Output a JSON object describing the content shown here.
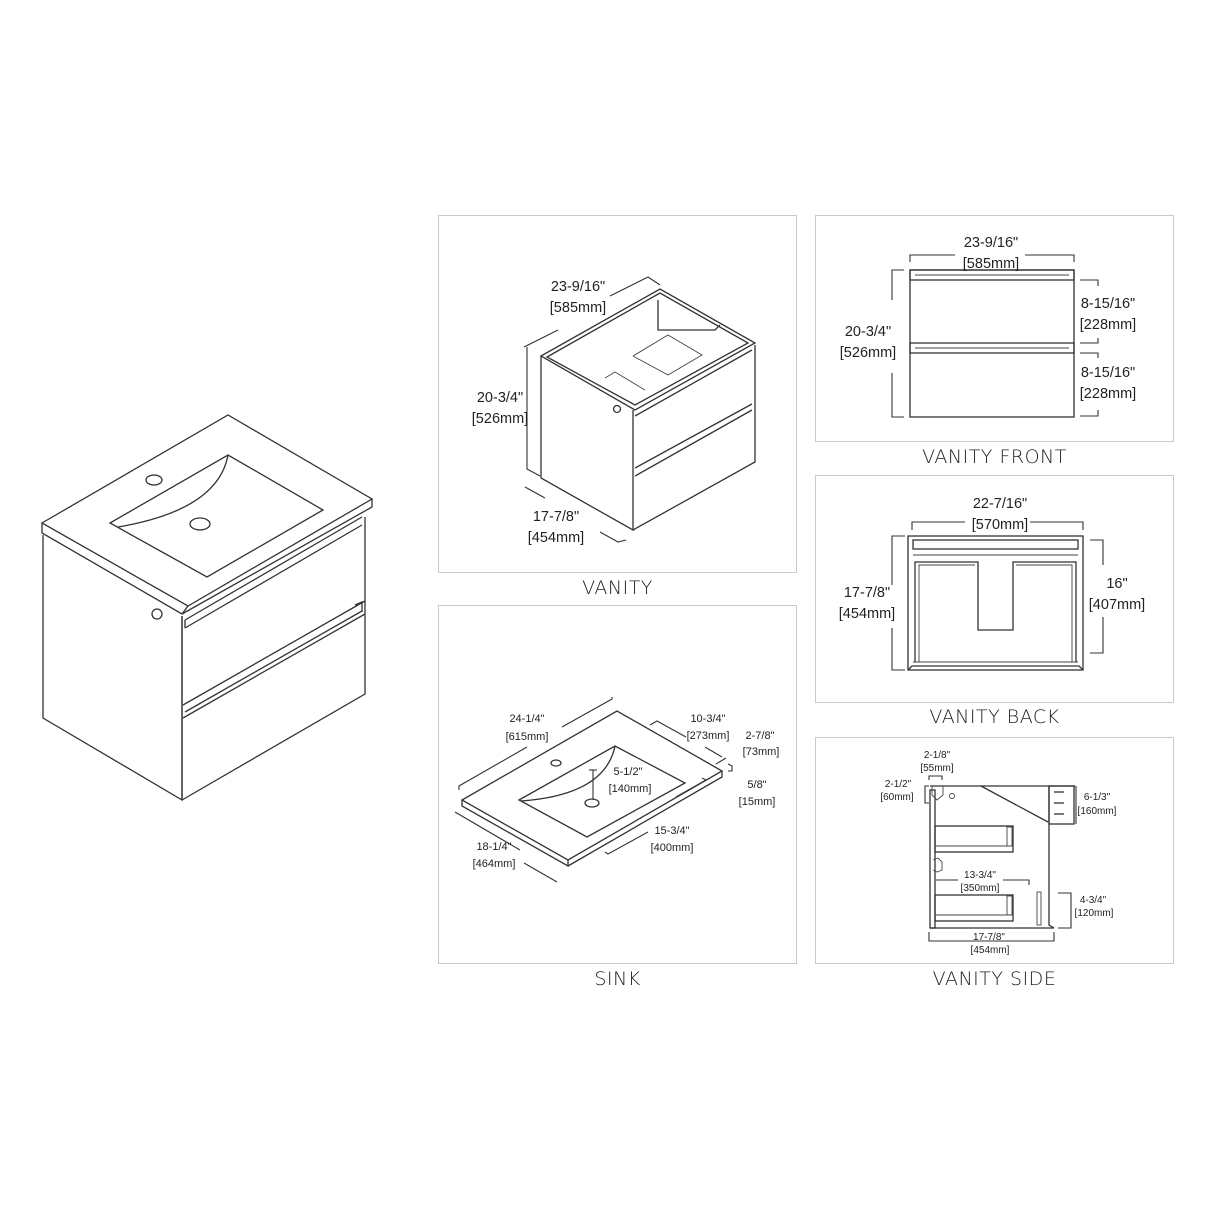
{
  "main_illustration": {
    "name": "Vanity with sink isometric view"
  },
  "panels": {
    "vanity": {
      "caption": "VANITY",
      "width_in": "23-9/16\"",
      "width_mm": "[585mm]",
      "height_in": "20-3/4\"",
      "height_mm": "[526mm]",
      "depth_in": "17-7/8\"",
      "depth_mm": "[454mm]"
    },
    "vanity_front": {
      "caption": "VANITY FRONT",
      "width_in": "23-9/16\"",
      "width_mm": "[585mm]",
      "height_in": "20-3/4\"",
      "height_mm": "[526mm]",
      "drawer1_in": "8-15/16\"",
      "drawer1_mm": "[228mm]",
      "drawer2_in": "8-15/16\"",
      "drawer2_mm": "[228mm]"
    },
    "vanity_back": {
      "caption": "VANITY BACK",
      "width_in": "22-7/16\"",
      "width_mm": "[570mm]",
      "height_in": "17-7/8\"",
      "height_mm": "[454mm]",
      "inner_in": "16\"",
      "inner_mm": "[407mm]"
    },
    "sink": {
      "caption": "SINK",
      "length_in": "24-1/4\"",
      "length_mm": "[615mm]",
      "depth_in": "18-1/4\"",
      "depth_mm": "[464mm]",
      "bowl_width_in": "10-3/4\"",
      "bowl_width_mm": "[273mm]",
      "edge_in": "2-7/8\"",
      "edge_mm": "[73mm]",
      "thickness_in": "5/8\"",
      "thickness_mm": "[15mm]",
      "bowl_depth_in": "5-1/2\"",
      "bowl_depth_mm": "[140mm]",
      "bowl_length_in": "15-3/4\"",
      "bowl_length_mm": "[400mm]"
    },
    "vanity_side": {
      "caption": "VANITY SIDE",
      "rail_w_in": "2-1/8\"",
      "rail_w_mm": "[55mm]",
      "rail_h_in": "2-1/2\"",
      "rail_h_mm": "[60mm]",
      "bracket_in": "6-1/3\"",
      "bracket_mm": "[160mm]",
      "drawer_depth_in": "13-3/4\"",
      "drawer_depth_mm": "[350mm]",
      "plinth_in": "4-3/4\"",
      "plinth_mm": "[120mm]",
      "depth_in": "17-7/8\"",
      "depth_mm": "[454mm]"
    }
  }
}
